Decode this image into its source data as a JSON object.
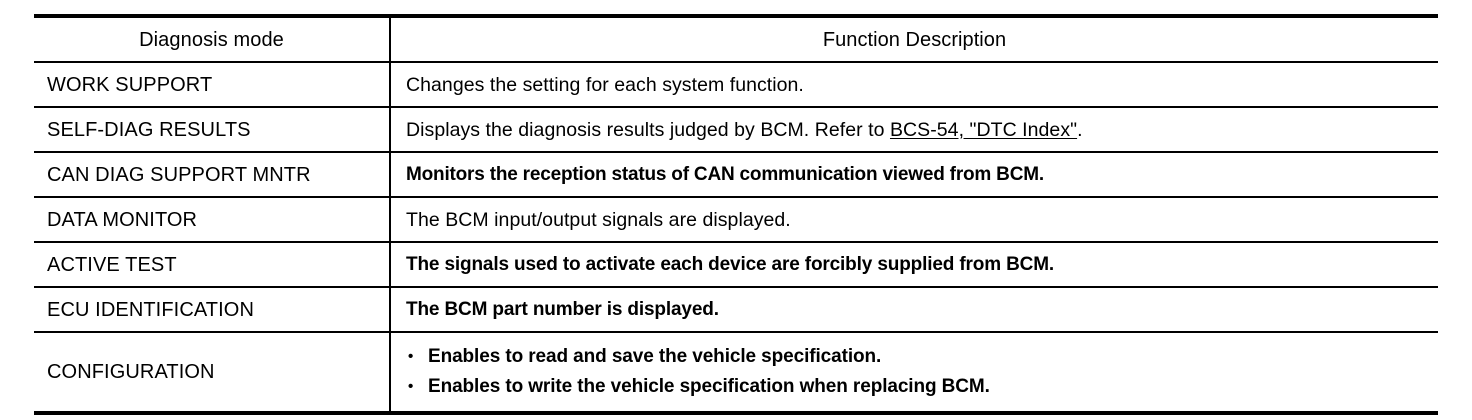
{
  "table": {
    "columns": [
      {
        "key": "mode",
        "header": "Diagnosis mode"
      },
      {
        "key": "description",
        "header": "Function Description"
      }
    ],
    "rows": [
      {
        "mode": "WORK SUPPORT",
        "description": "Changes the setting for each system function."
      },
      {
        "mode": "SELF-DIAG RESULTS",
        "description_prefix": "Displays the diagnosis results judged by BCM. Refer to ",
        "description_link": "BCS-54, \"DTC  Index\"",
        "description_suffix": "."
      },
      {
        "mode": "CAN DIAG SUPPORT MNTR",
        "description": "Monitors the reception status of CAN communication viewed from BCM."
      },
      {
        "mode": "DATA MONITOR",
        "description": "The BCM input/output signals are displayed."
      },
      {
        "mode": "ACTIVE TEST",
        "description": "The signals used to activate each device are forcibly supplied from BCM."
      },
      {
        "mode": "ECU IDENTIFICATION",
        "description": "The BCM part number is displayed."
      },
      {
        "mode": "CONFIGURATION",
        "bullets": [
          "Enables to read and save the vehicle specification.",
          "Enables to write the vehicle specification when replacing BCM."
        ]
      }
    ]
  },
  "style": {
    "text_color": "#000000",
    "rule_color": "#000000",
    "background": "#ffffff"
  }
}
